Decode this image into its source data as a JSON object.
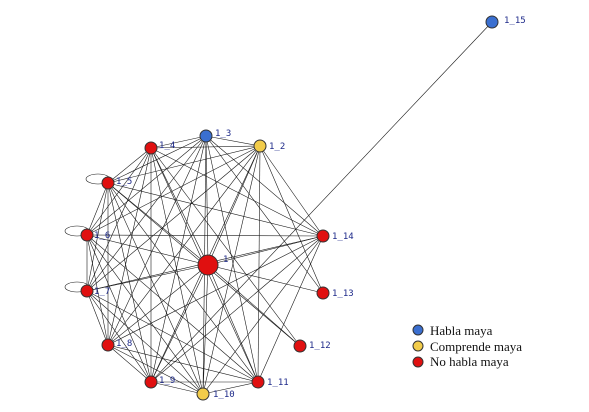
{
  "colors": {
    "habla": "#3a6fd0",
    "comprende": "#f2cc4a",
    "no_habla": "#e01010"
  },
  "nodes": [
    {
      "id": "1",
      "label": "1",
      "group": "no_habla",
      "size": "large"
    },
    {
      "id": "1_2",
      "label": "1_2",
      "group": "comprende"
    },
    {
      "id": "1_3",
      "label": "1_3",
      "group": "habla"
    },
    {
      "id": "1_4",
      "label": "1_4",
      "group": "no_habla"
    },
    {
      "id": "1_5",
      "label": "1_5",
      "group": "no_habla",
      "self_loop": true
    },
    {
      "id": "1_6",
      "label": "1_6",
      "group": "no_habla",
      "self_loop": true
    },
    {
      "id": "1_7",
      "label": "1_7",
      "group": "no_habla",
      "self_loop": true
    },
    {
      "id": "1_8",
      "label": "1_8",
      "group": "no_habla"
    },
    {
      "id": "1_9",
      "label": "1_9",
      "group": "no_habla"
    },
    {
      "id": "1_10",
      "label": "1_10",
      "group": "comprende"
    },
    {
      "id": "1_11",
      "label": "1_11",
      "group": "no_habla"
    },
    {
      "id": "1_12",
      "label": "1_12",
      "group": "no_habla"
    },
    {
      "id": "1_13",
      "label": "1_13",
      "group": "no_habla"
    },
    {
      "id": "1_14",
      "label": "1_14",
      "group": "no_habla"
    },
    {
      "id": "1_15",
      "label": "1_15",
      "group": "habla"
    }
  ],
  "edge_groups": {
    "clique": [
      "1",
      "1_2",
      "1_3",
      "1_4",
      "1_5",
      "1_6",
      "1_7",
      "1_8",
      "1_9",
      "1_10",
      "1_11",
      "1_14"
    ],
    "extra": [
      [
        "1",
        "1_12"
      ],
      [
        "1",
        "1_13"
      ],
      [
        "1_4",
        "1_12"
      ],
      [
        "1_3",
        "1_13"
      ],
      [
        "1_2",
        "1_13"
      ],
      [
        "1_5",
        "1_12"
      ],
      [
        "1_15",
        "1_9"
      ]
    ]
  },
  "legend": [
    {
      "label": "Habla maya",
      "group": "habla"
    },
    {
      "label": "Comprende maya",
      "group": "comprende"
    },
    {
      "label": "No habla maya",
      "group": "no_habla"
    }
  ]
}
